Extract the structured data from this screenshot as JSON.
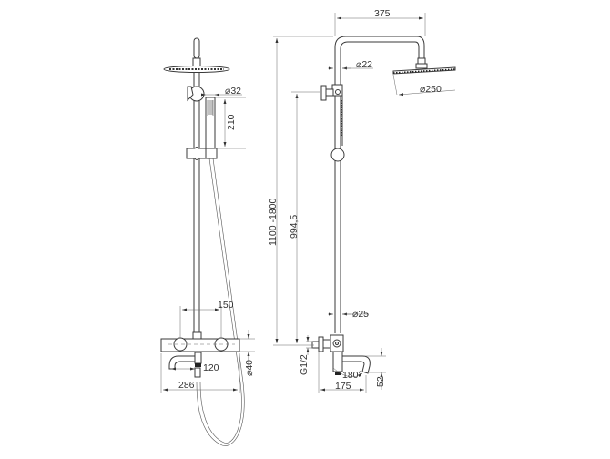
{
  "diagram": {
    "type": "technical-drawing",
    "subject": "shower column with thermostatic bath mixer",
    "views": [
      {
        "name": "front-view",
        "dimensions": {
          "hand_shower_diameter": "⌀32",
          "hand_shower_length": "210",
          "mixer_center_distance": "150",
          "spout_length": "120",
          "mixer_width": "286",
          "mixer_body_diameter": "⌀40"
        }
      },
      {
        "name": "side-view",
        "dimensions": {
          "arm_reach": "375",
          "overhead_shower_diameter": "⌀250",
          "arm_tube_diameter": "⌀22",
          "total_height": "1100 -1800",
          "diverter_height": "994,5",
          "riser_diameter": "⌀25",
          "connection_thread": "G1/2",
          "spout_rotation": "180°",
          "mixer_depth": "175",
          "spout_height": "52"
        }
      }
    ]
  }
}
